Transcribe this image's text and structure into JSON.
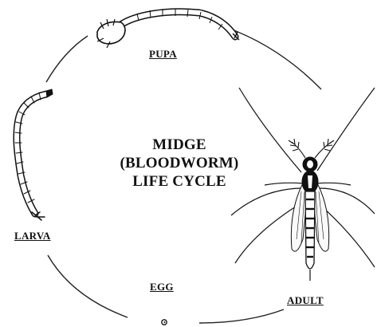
{
  "title": {
    "line1": "MIDGE",
    "line2": "(BLOODWORM)",
    "line3": "LIFE CYCLE"
  },
  "stages": {
    "pupa": "PUPA",
    "larva": "LARVA",
    "egg": "EGG",
    "adult": "ADULT"
  },
  "colors": {
    "ink": "#111111",
    "background": "#ffffff"
  }
}
